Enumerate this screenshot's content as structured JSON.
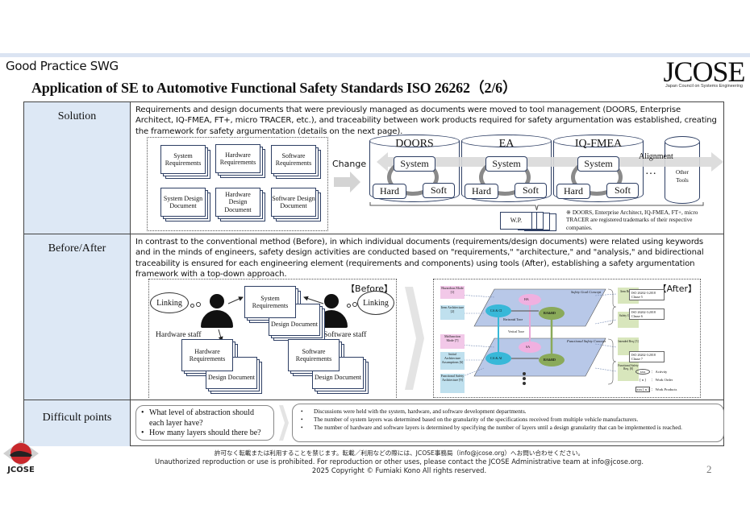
{
  "header": {
    "group": "Good Practice SWG",
    "title": "Application of SE to Automotive Functional Safety Standards ISO 26262（2/6）",
    "logo": {
      "name": "JCOSE",
      "subtitle": "Japan Council on Systems Engineering"
    }
  },
  "rows": {
    "solution": {
      "label": "Solution",
      "text": "Requirements and design documents that were previously managed as documents were moved to tool management (DOORS, Enterprise Architect, IQ-FMEA, FT+, micro TRACER, etc.), and traceability between work products required for safety argumentation was established, creating the framework for safety argumentation (details on the next page).",
      "documents": [
        "System Requirements",
        "Hardware Requirements",
        "Software Requirements",
        "System Design Document",
        "Hardware Design Document",
        "Software Design Document"
      ],
      "change_label": "Change",
      "tools": [
        {
          "name": "DOORS",
          "nodes": [
            "System",
            "Hard",
            "Soft"
          ]
        },
        {
          "name": "EA",
          "nodes": [
            "System",
            "Hard",
            "Soft"
          ]
        },
        {
          "name": "IQ-FMEA",
          "nodes": [
            "System",
            "Hard",
            "Soft"
          ]
        }
      ],
      "alignment_label": "Alignment",
      "ellipsis": "…",
      "other_tools": "Other Tools",
      "wp_label": "W.P.",
      "trademark_note": "※ DOORS, Enterprise Architect, IQ-FMEA, FT+, micro TRACER are registered trademarks of their respective companies."
    },
    "before_after": {
      "label": "Before/After",
      "text": "In contrast to the conventional method (Before), in which individual documents (requirements/design documents) were related using keywords and in the minds of engineers, safety design activities are conducted based on \"requirements,\" \"architecture,\" and \"analysis,\" and bidirectional traceability is ensured for each engineering element (requirements and components) using tools (After), establishing a safety argumentation framework with a top-down approach.",
      "before": {
        "tag": "【Before】",
        "linking": "Linking",
        "hardware_staff": "Hardware staff",
        "software_staff": "Software staff",
        "system_req": "System Requirements",
        "design_doc": "Design Document",
        "hardware_req": "Hardware Requirements",
        "software_req": "Software Requirements"
      },
      "after": {
        "tag": "【After】",
        "left_products": [
          {
            "label": "Hazardous Mode [1]",
            "color": "pink"
          },
          {
            "label": "Item Architecture [2]",
            "color": "blue"
          },
          {
            "label": "Malfunction Mode [7]",
            "color": "pink"
          },
          {
            "label": "Initial Architecture Assumptions [6]",
            "color": "blue"
          },
          {
            "label": "Functional Safety Architecture [9]",
            "color": "blue"
          }
        ],
        "layers": [
          {
            "title": "Safety Goal Concept",
            "activities": [
              "HA",
              "CA & CI",
              "RA&RD"
            ],
            "orders": [
              "[1]",
              "[2]",
              "[3]",
              "[4]"
            ]
          },
          {
            "title": "Functional Safety Concept",
            "activities": [
              "SA",
              "CA & AI",
              "RA&RD"
            ],
            "orders": [
              "[5]",
              "[6]",
              "[7]",
              "[8]",
              "[9]"
            ]
          }
        ],
        "trace_labels": {
          "horizontal": "Horizontal Trace",
          "vertical": "Vertical Trace"
        },
        "right_products": [
          {
            "label": "Item Req. [1]"
          },
          {
            "label": "Safety Goal [4]"
          },
          {
            "label": "Intended Req. [5]"
          },
          {
            "label": "Functional Safety Req. [8]"
          }
        ],
        "clauses": [
          "ISO 26262-3:2018 Clause 5",
          "ISO 26262-3:2018 Clause 6",
          "ISO 26262-3:2018 Clause 7"
        ],
        "legend": [
          {
            "symbol": "xxx",
            "meaning": "Activity"
          },
          {
            "symbol": "[ n ]",
            "meaning": "Work Order"
          },
          {
            "symbol": "xxx [ n ]",
            "meaning": "Work Products"
          }
        ]
      }
    },
    "difficult": {
      "label": "Difficult points",
      "questions": [
        "What level of abstraction should each layer have?",
        "How many layers should there be?"
      ],
      "answers": [
        "Discussions were held with the system, hardware, and software development departments.",
        "The number of system layers was determined based on the granularity of the specifications received from multiple vehicle manufacturers.",
        "The number of hardware and software layers is determined by specifying the number of layers until a design granularity that can be implemented is reached."
      ]
    }
  },
  "footer": {
    "jp": "許可なく転載または利用することを禁じます。転載／利用などの際には、JCOSE事務局（info@jcose.org）へお問い合わせください。",
    "en": "Unauthorized reproduction or use is prohibited.  For reproduction or other uses, please contact the JCOSE Administrative team at info@jcose.org.",
    "copyright": "2025 Copyright © Fumiaki Kono All rights reserved.",
    "page": "2",
    "logo_text": "JCOSE"
  }
}
